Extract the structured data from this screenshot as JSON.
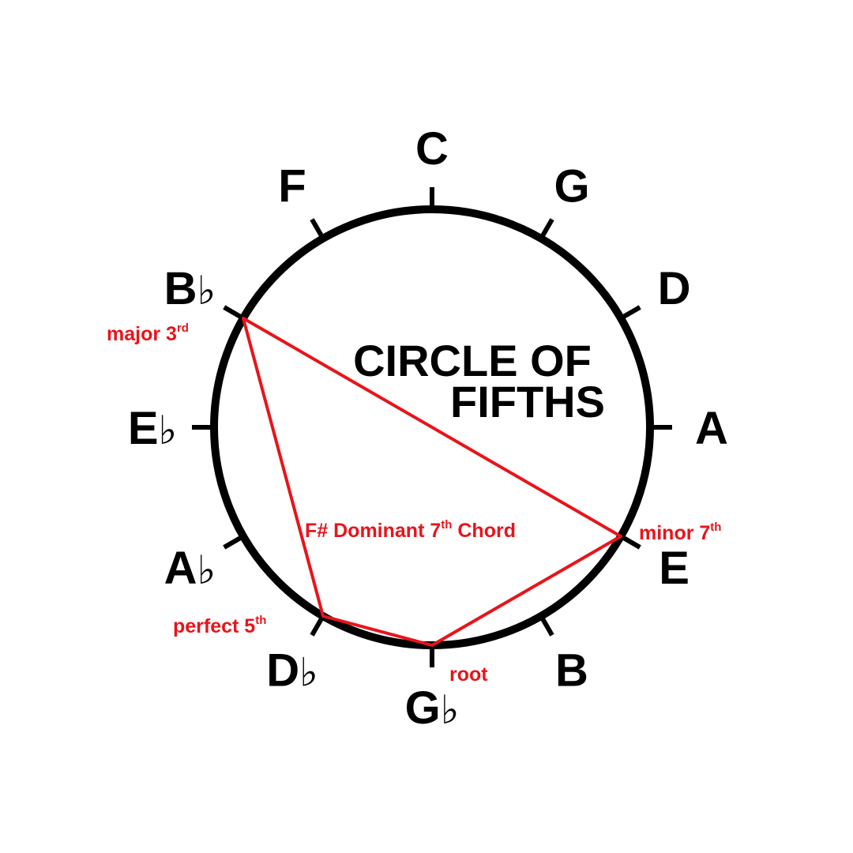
{
  "diagram": {
    "title_line1": "CIRCLE OF",
    "title_line2": "FIFTHS",
    "chord_label": "F# Dominant 7",
    "chord_label_sup": "th",
    "chord_label_suffix": " Chord",
    "notes": [
      {
        "letter": "C",
        "accidental": ""
      },
      {
        "letter": "G",
        "accidental": ""
      },
      {
        "letter": "D",
        "accidental": ""
      },
      {
        "letter": "A",
        "accidental": ""
      },
      {
        "letter": "E",
        "accidental": ""
      },
      {
        "letter": "B",
        "accidental": ""
      },
      {
        "letter": "G",
        "accidental": "♭"
      },
      {
        "letter": "D",
        "accidental": "♭"
      },
      {
        "letter": "A",
        "accidental": "♭"
      },
      {
        "letter": "E",
        "accidental": "♭"
      },
      {
        "letter": "B",
        "accidental": "♭"
      },
      {
        "letter": "F",
        "accidental": ""
      }
    ],
    "chord_tones": [
      {
        "name": "root",
        "base": "root",
        "sup": "",
        "note_index": 6
      },
      {
        "name": "major-3rd",
        "base": "major 3",
        "sup": "rd",
        "note_index": 10
      },
      {
        "name": "perfect-5th",
        "base": "perfect 5",
        "sup": "th",
        "note_index": 7
      },
      {
        "name": "minor-7th",
        "base": "minor 7",
        "sup": "th",
        "note_index": 4
      }
    ],
    "colors": {
      "circle": "#000000",
      "chord": "#e8141b",
      "background": "#ffffff"
    }
  }
}
